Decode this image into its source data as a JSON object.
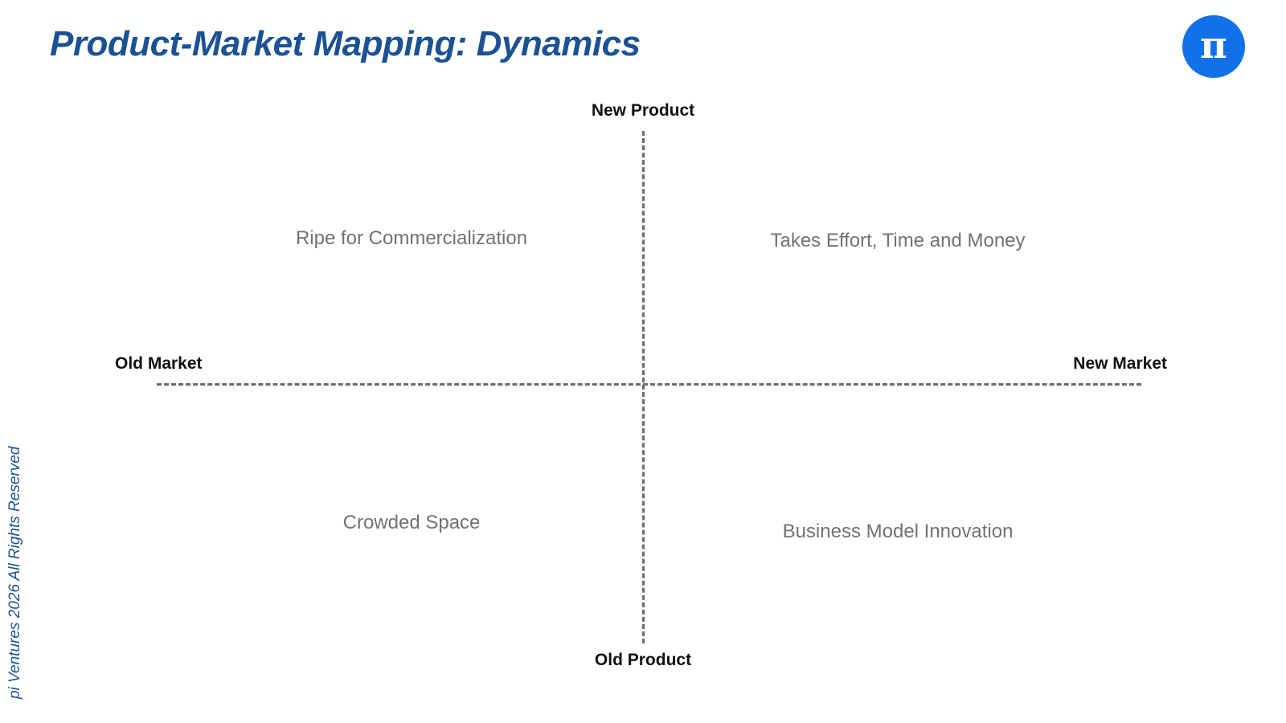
{
  "slide": {
    "title": "Product-Market Mapping: Dynamics",
    "background_color": "#FFFFFF"
  },
  "logo": {
    "name": "pi-ventures-logo",
    "glyph": "π",
    "circle_color": "#1271E8",
    "glyph_color": "#FFFFFF"
  },
  "copyright": {
    "text": "pi Ventures 2026 All Rights Reserved",
    "color": "#1B5293",
    "orientation": "vertical-bottom-to-top"
  },
  "colors": {
    "title_blue": "#1B5293",
    "accent_blue": "#1271E8",
    "axis_grey": "#6B6B6B",
    "quadrant_text_grey": "#727272",
    "axis_label_black": "#111111"
  },
  "chart_data": {
    "type": "scatter",
    "title": "Product-Market Mapping: Dynamics",
    "xlabel": "Market",
    "ylabel": "Product",
    "grid": false,
    "legend": "none",
    "axes": {
      "x": {
        "low_label": "Old Market",
        "high_label": "New Market"
      },
      "y": {
        "low_label": "Old Product",
        "high_label": "New Product"
      }
    },
    "quadrants": [
      {
        "id": "top-left",
        "label": "Ripe for Commercialization",
        "x": "Old Market",
        "y": "New Product"
      },
      {
        "id": "top-right",
        "label": "Takes Effort, Time and Money",
        "x": "New Market",
        "y": "New Product"
      },
      {
        "id": "bottom-left",
        "label": "Crowded Space",
        "x": "Old Market",
        "y": "Old Product"
      },
      {
        "id": "bottom-right",
        "label": "Business Model Innovation",
        "x": "New Market",
        "y": "Old Product"
      }
    ],
    "values": [],
    "series": []
  },
  "matrix": {
    "axis_labels": {
      "top": "New Product",
      "bottom": "Old Product",
      "left": "Old Market",
      "right": "New Market"
    },
    "quadrant_labels": {
      "top_left": "Ripe for Commercialization",
      "top_right": "Takes Effort, Time and Money",
      "bottom_left": "Crowded Space",
      "bottom_right": "Business Model Innovation"
    }
  }
}
